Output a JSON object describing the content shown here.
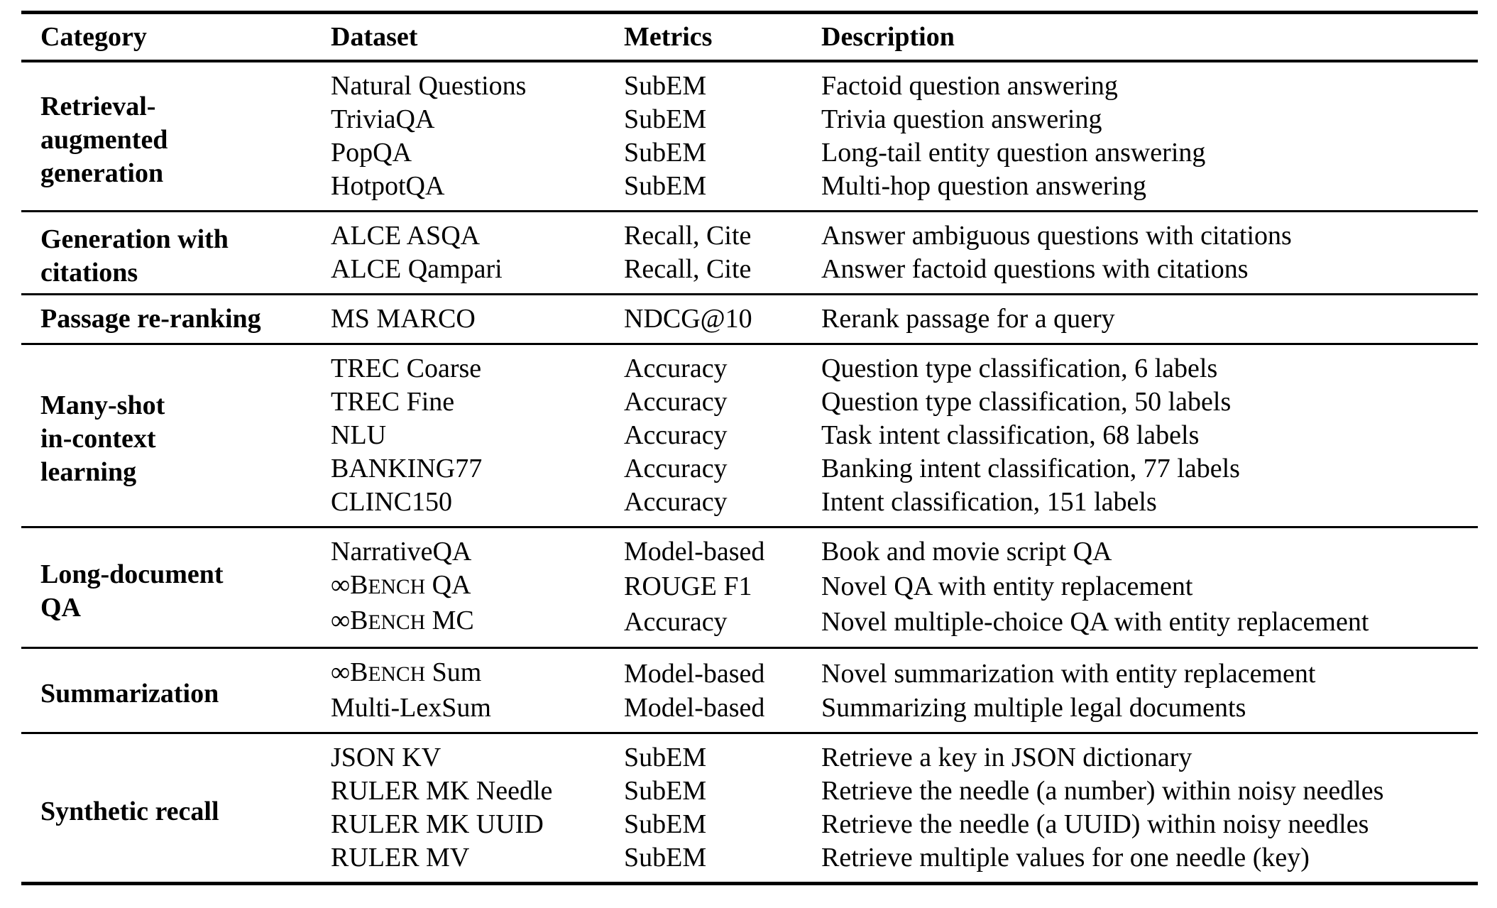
{
  "table": {
    "headers": [
      "Category",
      "Dataset",
      "Metrics",
      "Description"
    ],
    "sections": [
      {
        "category": "Retrieval-\naugmented\ngeneration",
        "rows": [
          {
            "dataset": "Natural Questions",
            "metrics": "SubEM",
            "description": "Factoid question answering"
          },
          {
            "dataset": "TriviaQA",
            "metrics": "SubEM",
            "description": "Trivia question answering"
          },
          {
            "dataset": "PopQA",
            "metrics": "SubEM",
            "description": "Long-tail entity question answering"
          },
          {
            "dataset": "HotpotQA",
            "metrics": "SubEM",
            "description": "Multi-hop question answering"
          }
        ]
      },
      {
        "category": "Generation with\ncitations",
        "rows": [
          {
            "dataset": "ALCE ASQA",
            "metrics": "Recall, Cite",
            "description": "Answer ambiguous questions with citations"
          },
          {
            "dataset": "ALCE Qampari",
            "metrics": "Recall, Cite",
            "description": "Answer factoid questions with citations"
          }
        ]
      },
      {
        "category": "Passage re-ranking",
        "rows": [
          {
            "dataset": "MS MARCO",
            "metrics": "NDCG@10",
            "description": "Rerank passage for a query"
          }
        ]
      },
      {
        "category": "Many-shot\nin-context\nlearning",
        "rows": [
          {
            "dataset": "TREC Coarse",
            "metrics": "Accuracy",
            "description": "Question type classification, 6 labels"
          },
          {
            "dataset": "TREC Fine",
            "metrics": "Accuracy",
            "description": "Question type classification, 50 labels"
          },
          {
            "dataset": "NLU",
            "metrics": "Accuracy",
            "description": "Task intent classification, 68 labels"
          },
          {
            "dataset": "BANKING77",
            "metrics": "Accuracy",
            "description": "Banking intent classification, 77 labels"
          },
          {
            "dataset": "CLINC150",
            "metrics": "Accuracy",
            "description": "Intent classification, 151 labels"
          }
        ]
      },
      {
        "category": "Long-document\nQA",
        "rows": [
          {
            "dataset": "NarrativeQA",
            "metrics": "Model-based",
            "description": "Book and movie script QA"
          },
          {
            "dataset": "∞BENCH QA",
            "metrics": "ROUGE F1",
            "description": "Novel QA with entity replacement"
          },
          {
            "dataset": "∞BENCH MC",
            "metrics": "Accuracy",
            "description": "Novel multiple-choice QA with entity replacement"
          }
        ]
      },
      {
        "category": "Summarization",
        "rows": [
          {
            "dataset": "∞BENCH Sum",
            "metrics": "Model-based",
            "description": "Novel summarization with entity replacement"
          },
          {
            "dataset": "Multi-LexSum",
            "metrics": "Model-based",
            "description": "Summarizing multiple legal documents"
          }
        ]
      },
      {
        "category": "Synthetic recall",
        "rows": [
          {
            "dataset": "JSON KV",
            "metrics": "SubEM",
            "description": "Retrieve a key in JSON dictionary"
          },
          {
            "dataset": "RULER MK Needle",
            "metrics": "SubEM",
            "description": "Retrieve the needle (a number) within noisy needles"
          },
          {
            "dataset": "RULER MK UUID",
            "metrics": "SubEM",
            "description": "Retrieve the needle (a UUID) within noisy needles"
          },
          {
            "dataset": "RULER MV",
            "metrics": "SubEM",
            "description": "Retrieve multiple values for one needle (key)"
          }
        ]
      }
    ]
  }
}
